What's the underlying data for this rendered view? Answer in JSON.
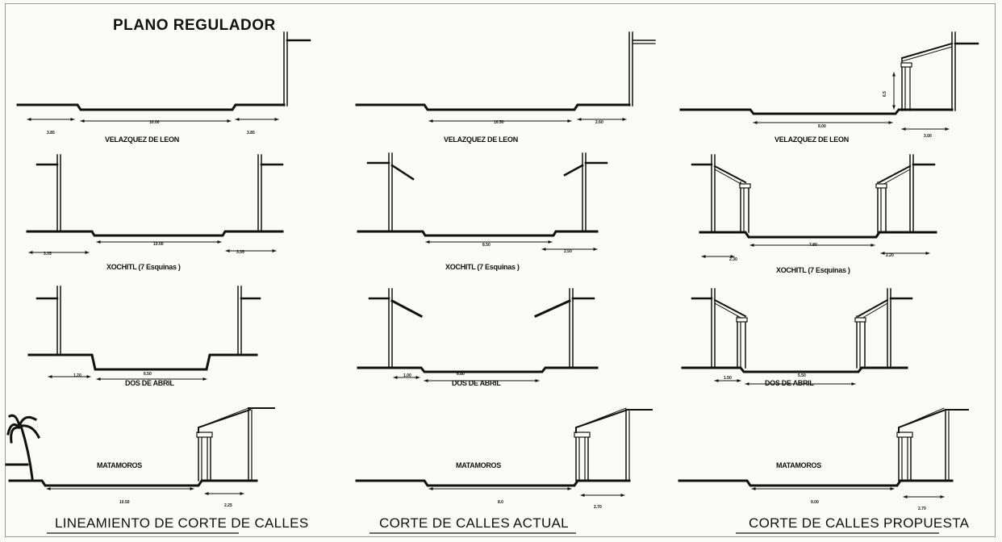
{
  "sheet_title": "PLANO REGULADOR",
  "columns": [
    {
      "title": "LINEAMIENTO DE CORTE DE CALLES",
      "rows": [
        {
          "street": "VELAZQUEZ DE LEON",
          "dims": [
            "3.85",
            "10.00",
            "3.85"
          ]
        },
        {
          "street": "XOCHITL (7 Esquinas )",
          "dims": [
            "3.35",
            "10.00",
            "3.35"
          ]
        },
        {
          "street": "DOS DE ABRIL",
          "dims": [
            "1.20",
            "6.50"
          ]
        },
        {
          "street": "MATAMOROS",
          "dims": [
            "10.50",
            "2.25"
          ]
        }
      ]
    },
    {
      "title": "CORTE DE CALLES ACTUAL",
      "rows": [
        {
          "street": "VELAZQUEZ DE LEON",
          "dims": [
            "10.50",
            "2.60"
          ]
        },
        {
          "street": "XOCHITL (7 Esquinas )",
          "dims": [
            "8.50",
            "2.50"
          ]
        },
        {
          "street": "DOS DE ABRIL",
          "dims": [
            "1.00",
            "6.80"
          ]
        },
        {
          "street": "MATAMOROS",
          "dims": [
            "8.0",
            "2.70"
          ]
        }
      ]
    },
    {
      "title": "CORTE DE CALLES PROPUESTA",
      "rows": [
        {
          "street": "VELAZQUEZ DE LEON",
          "dims": [
            "6.5",
            "8.00",
            "3.00"
          ]
        },
        {
          "street": "XOCHITL (7 Esquinas )",
          "dims": [
            "2.30",
            "7.80",
            "2.20"
          ]
        },
        {
          "street": "DOS DE ABRIL",
          "dims": [
            "1.50",
            "5.50"
          ]
        },
        {
          "street": "MATAMOROS",
          "dims": [
            "9.00",
            "2.70"
          ]
        }
      ]
    }
  ]
}
